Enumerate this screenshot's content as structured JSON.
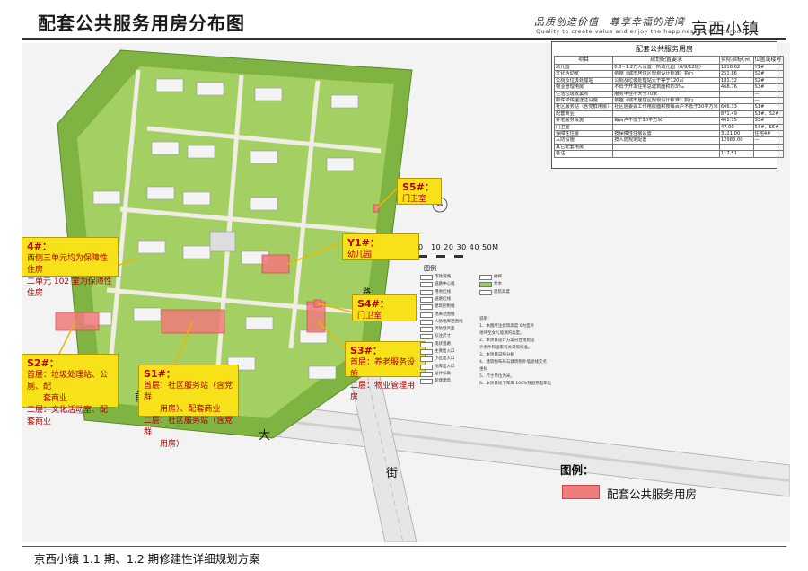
{
  "header": {
    "title": "配套公共服务用房分布图",
    "slogan": "品质创造价值　尊享幸福的港湾",
    "slogan_en": "Quality to create value and enjoy the happiness of the harbour",
    "brand": "京西小镇"
  },
  "footer": {
    "title": "京西小镇 1.1 期、1.2 期修建性详细规划方案"
  },
  "callouts": {
    "s5": {
      "id": "S5#：",
      "lines": [
        "门卫室"
      ]
    },
    "y1": {
      "id": "Y1#：",
      "lines": [
        "幼儿园"
      ]
    },
    "s4": {
      "id": "S4#：",
      "lines": [
        "门卫室"
      ]
    },
    "s3": {
      "id": "S3#：",
      "lines": [
        "首层：养老服务设施",
        "二层：物业管理用房"
      ]
    },
    "b4": {
      "id": "4#：",
      "lines": [
        "西侧三单元均为保障性住房",
        "二单元 102 室为保障性住房"
      ]
    },
    "s2": {
      "id": "S2#：",
      "lines": [
        "首层：垃圾处理站、公厕、配",
        "套商业",
        "二层：文化活动室、配套商业"
      ]
    },
    "s1": {
      "id": "S1#：",
      "lines": [
        "首层：社区服务站（含党群",
        "用房）、配套商业",
        "二层：社区服务站（含党群",
        "用房）"
      ]
    }
  },
  "schedule": {
    "title": "配套公共服务用房",
    "headers": [
      "项目",
      "规划配置要求",
      "实际指标(㎡)",
      "位置或楼号"
    ],
    "rows": [
      [
        "幼儿园",
        "0.3~1.2万人设置一所幼儿园（6/9/12班）",
        "1818.62",
        "Y1#"
      ],
      [
        "文化活动室",
        "依据《城市居住区规划设计标准》执行",
        "251.86",
        "S2#"
      ],
      [
        "公厕及垃圾处理站",
        "公厕及垃圾处理站大于等于120㎡",
        "181.32",
        "S2#"
      ],
      [
        "物业管理用房",
        "不低于开发住宅总建筑面积的3‰",
        "468.76",
        "S3#"
      ],
      [
        "生活垃圾收集点",
        "服务半径不大于70米",
        "",
        "—"
      ],
      [
        "邮件和快递送达设施",
        "依据《城市居住区规划设计标准》执行",
        "",
        "—"
      ],
      [
        "社区服务站（含党群用房）",
        "社区居委会工作用房面积按每百户不低于30平方米",
        "606.33",
        "S1#"
      ],
      [
        "配套商业",
        "",
        "871.49",
        "S1#、S2#"
      ],
      [
        "养老服务设施",
        "每百户不低于30平方米",
        "461.15",
        "S3#"
      ],
      [
        "门卫室",
        "",
        "47.00",
        "S4#、S5#"
      ],
      [
        "保障性住房",
        "按保障性住房设置",
        "3121.00",
        "住宅4#"
      ],
      [
        "人防设施",
        "按人防规定配置",
        "12983.00",
        "—"
      ],
      [
        "其它配套用房",
        "",
        "",
        ""
      ],
      [
        "备注",
        "",
        "117.51",
        ""
      ]
    ]
  },
  "scale": {
    "label": "0　10 20 30 40 50M"
  },
  "site_legend": {
    "title": "图例",
    "items": [
      "市政道路",
      "道路中心线",
      "用地红线",
      "道路红线",
      "建筑控制线",
      "地库范围线",
      "人防地库范围线",
      "消防登高面",
      "标注尺寸",
      "现状道路",
      "主要出入口",
      "小区出入口",
      "地库出入口",
      "设计标高",
      "新建建筑"
    ],
    "items_right": [
      "楼梯",
      "乔木",
      "建筑高度"
    ]
  },
  "notes": [
    "说明：",
    "1、本图所注建筑高度 0为室外",
    "地坪至女儿墙顶的高度。",
    "2、本项目设计方案符合规划设",
    "计条件和国家有关日照标准。",
    "3、本项目日照分析",
    "4、建筑物布局与建筑物外墙退线交点",
    "坐标",
    "5、尺寸单位为米。",
    "6、本项目地下车库 100%预留充电车位"
  ],
  "main_legend": {
    "title": "图例：",
    "label": "配套公共服务用房"
  },
  "streets": {
    "s1": "前",
    "s2": "大",
    "s3": "街",
    "s4": "路"
  },
  "colors": {
    "callout": "#f7e21a",
    "highlight": "#ef7b7b",
    "leader": "#e8b800",
    "lawn": "#8fbf4a",
    "road": "#e8e8e8"
  }
}
